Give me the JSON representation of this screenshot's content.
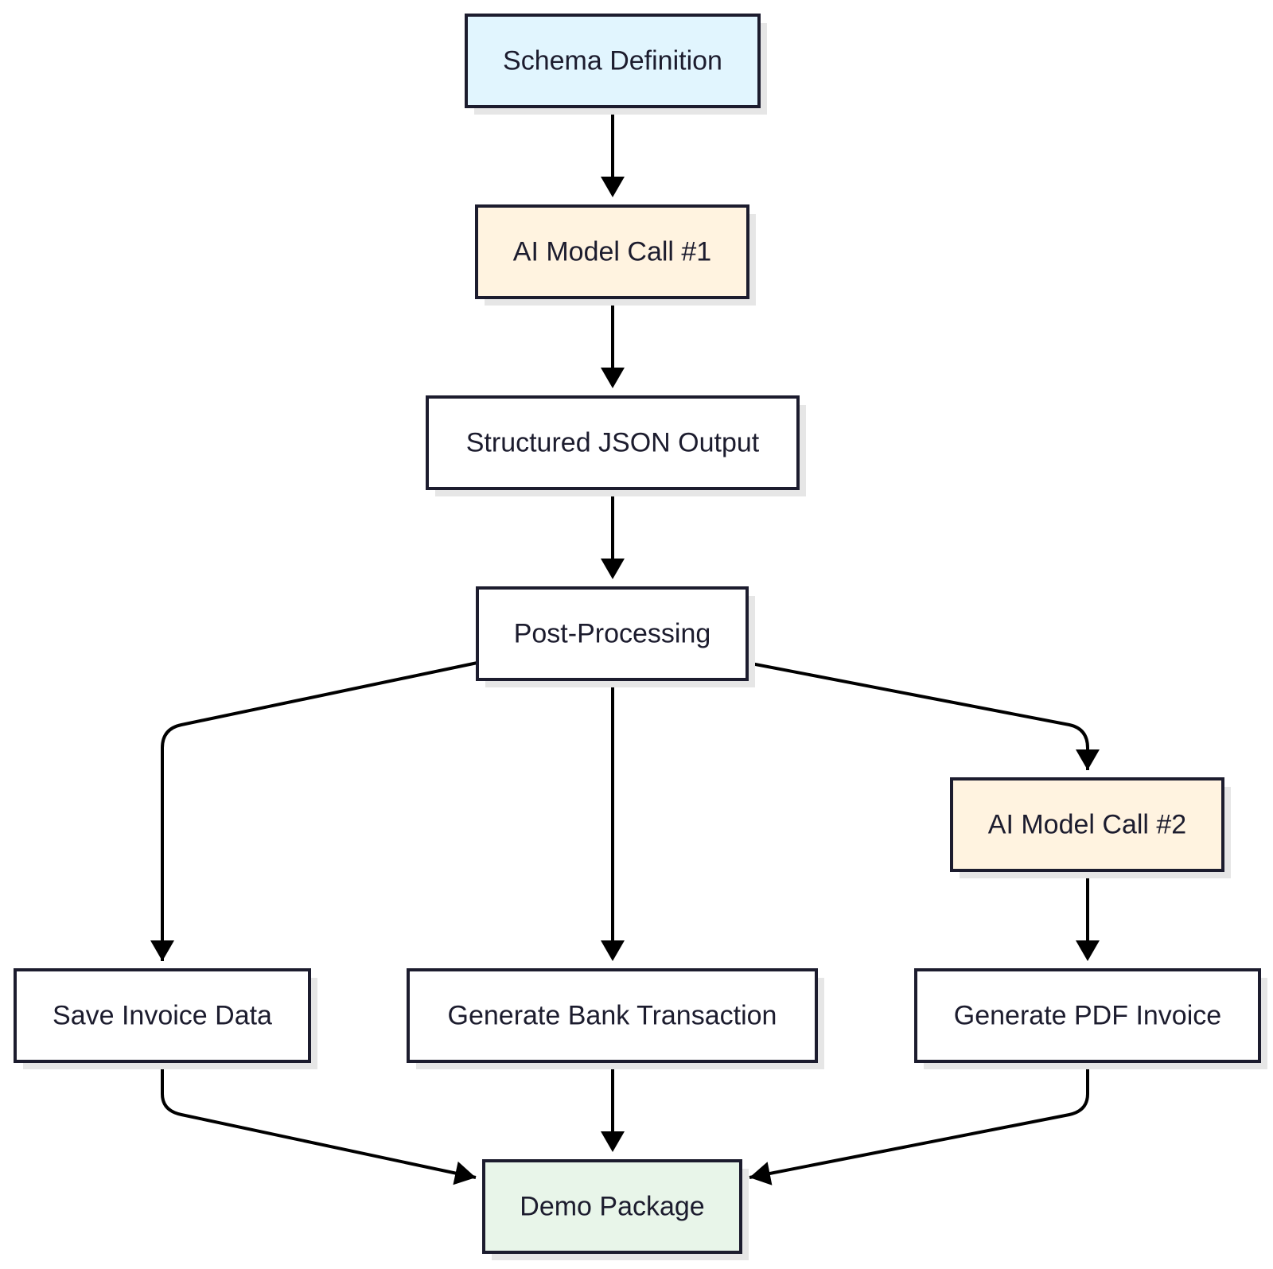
{
  "colors": {
    "border": "#1c1c2e",
    "text": "#1c1c2e",
    "arrow": "#000000",
    "start_fill": "#e1f5fe",
    "model_fill": "#fff3e0",
    "plain_fill": "#ffffff",
    "end_fill": "#e8f5e9",
    "shadow": "#e6e6e6"
  },
  "nodes": [
    {
      "id": "schema",
      "label": "Schema Definition",
      "style": "start"
    },
    {
      "id": "model1",
      "label": "AI Model Call #1",
      "style": "model"
    },
    {
      "id": "json",
      "label": "Structured JSON Output",
      "style": "plain"
    },
    {
      "id": "post",
      "label": "Post-Processing",
      "style": "plain"
    },
    {
      "id": "model2",
      "label": "AI Model Call #2",
      "style": "model"
    },
    {
      "id": "save",
      "label": "Save Invoice Data",
      "style": "plain"
    },
    {
      "id": "bank",
      "label": "Generate Bank Transaction",
      "style": "plain"
    },
    {
      "id": "pdf",
      "label": "Generate PDF Invoice",
      "style": "plain"
    },
    {
      "id": "demo",
      "label": "Demo Package",
      "style": "end"
    }
  ],
  "edges": [
    {
      "from": "schema",
      "to": "model1"
    },
    {
      "from": "model1",
      "to": "json"
    },
    {
      "from": "json",
      "to": "post"
    },
    {
      "from": "post",
      "to": "save"
    },
    {
      "from": "post",
      "to": "bank"
    },
    {
      "from": "post",
      "to": "model2"
    },
    {
      "from": "model2",
      "to": "pdf"
    },
    {
      "from": "save",
      "to": "demo"
    },
    {
      "from": "bank",
      "to": "demo"
    },
    {
      "from": "pdf",
      "to": "demo"
    }
  ]
}
